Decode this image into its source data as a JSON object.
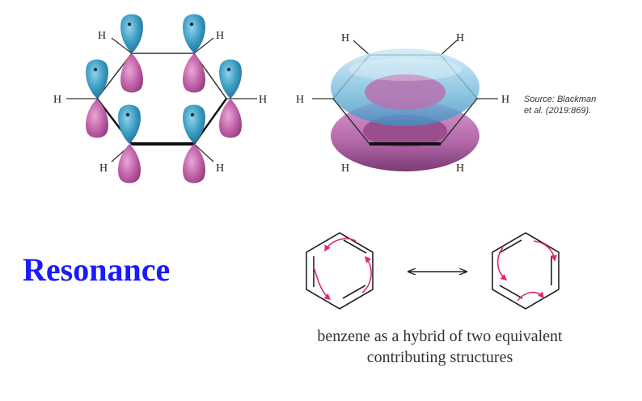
{
  "orbital_diagram": {
    "atom_label": "H"
  },
  "source": {
    "line1": "Source: Blackman",
    "line2": "et al. (2019:869)."
  },
  "heading": "Resonance",
  "caption": {
    "line1": "benzene as a hybrid of two equivalent",
    "line2": "contributing structures"
  },
  "colors": {
    "orbital_blue": "#3c9cc2",
    "orbital_pink": "#c261a8",
    "arrow_pink": "#e0287a",
    "heading_blue": "#1a1aff"
  }
}
